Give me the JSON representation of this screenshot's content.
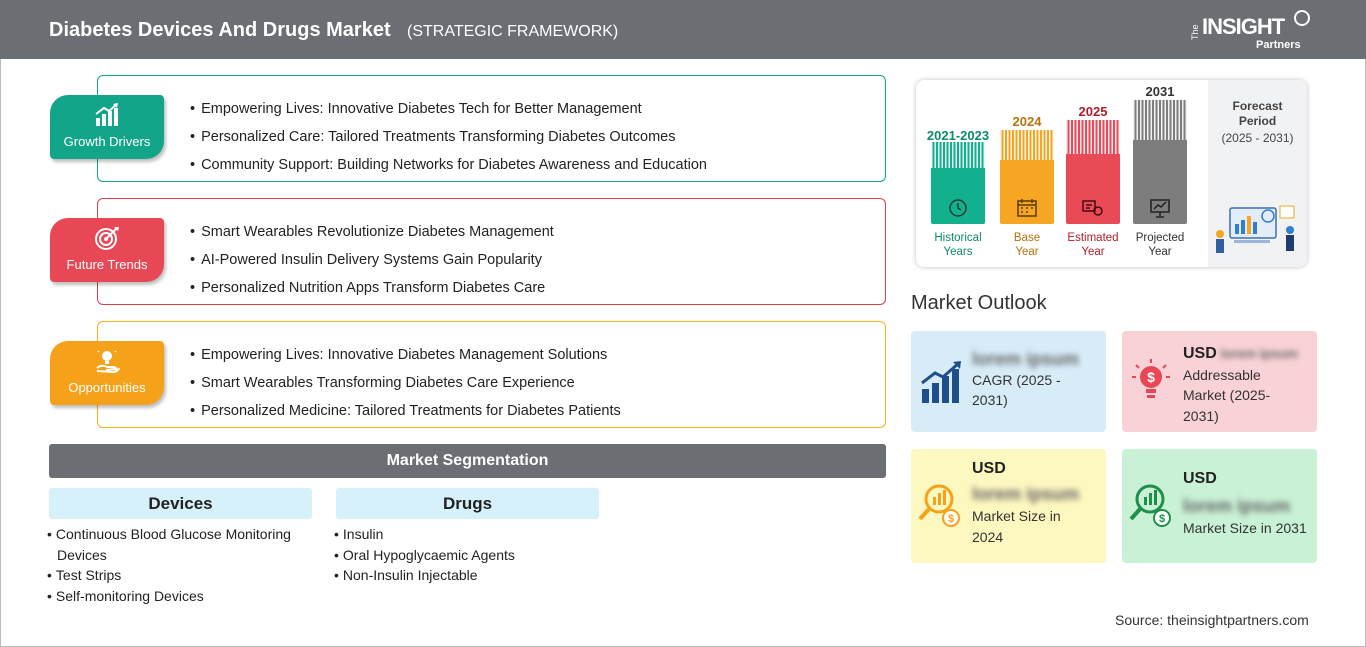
{
  "header": {
    "title": "Diabetes Devices And Drugs Market",
    "subtitle": "(STRATEGIC FRAMEWORK)",
    "logo": {
      "the": "The",
      "insight": "INSIGHT",
      "partners": "Partners"
    }
  },
  "sections": [
    {
      "label": "Growth Drivers",
      "icon": "growth-chart-icon",
      "color": "#13a58a",
      "items": [
        "Empowering Lives: Innovative Diabetes Tech for Better Management",
        "Personalized Care: Tailored Treatments Transforming Diabetes Outcomes",
        "Community Support: Building Networks for Diabetes Awareness and Education"
      ]
    },
    {
      "label": "Future Trends",
      "icon": "target-icon",
      "color": "#e84855",
      "items": [
        "Smart Wearables Revolutionize Diabetes Management",
        "AI-Powered Insulin Delivery Systems Gain Popularity",
        "Personalized Nutrition Apps Transform Diabetes Care"
      ]
    },
    {
      "label": "Opportunities",
      "icon": "lightbulb-hand-icon",
      "color": "#f5a21a",
      "items": [
        "Empowering Lives: Innovative Diabetes Management Solutions",
        "Smart Wearables Transforming Diabetes Care Experience",
        "Personalized Medicine: Tailored Treatments for Diabetes Patients"
      ]
    }
  ],
  "segmentation": {
    "title": "Market Segmentation",
    "groups": [
      {
        "name": "Devices",
        "items": [
          "Continuous Blood Glucose Monitoring Devices",
          "Test Strips",
          "Self-monitoring Devices"
        ]
      },
      {
        "name": "Drugs",
        "items": [
          "Insulin",
          "Oral Hypoglycaemic Agents",
          "Non-Insulin Injectable"
        ]
      }
    ]
  },
  "timeline": {
    "bars": [
      {
        "year": "2021-2023",
        "label_line1": "Historical",
        "label_line2": "Years",
        "color": "#13b08e",
        "text_color": "#0c8a6c",
        "icon": "history-clock-icon"
      },
      {
        "year": "2024",
        "label_line1": "Base",
        "label_line2": "Year",
        "color": "#f6a623",
        "text_color": "#b7720a",
        "icon": "calendar-icon"
      },
      {
        "year": "2025",
        "label_line1": "Estimated",
        "label_line2": "Year",
        "color": "#e84a57",
        "text_color": "#b01d2a",
        "icon": "estimate-gear-icon"
      },
      {
        "year": "2031",
        "label_line1": "Projected",
        "label_line2": "Year",
        "color": "#7d7d7d",
        "text_color": "#333333",
        "icon": "presentation-icon"
      }
    ],
    "forecast": {
      "line1": "Forecast",
      "line2": "Period",
      "line3": "(2025 - 2031)"
    }
  },
  "outlook": {
    "title": "Market Outlook",
    "tiles": [
      {
        "prefix": "",
        "value": "lorem ipsum",
        "desc": "CAGR (2025 - 2031)",
        "bg": "#d8ecf8",
        "icon": "growth-bars-icon"
      },
      {
        "prefix": "USD",
        "value": "lorem ipsum",
        "desc": "Addressable Market (2025-2031)",
        "bg": "#f8d2d6",
        "icon": "dollar-bulb-icon"
      },
      {
        "prefix": "USD",
        "value": "lorem ipsum",
        "desc": "Market Size in 2024",
        "bg": "#fdf7c0",
        "icon": "coin-magnifier-icon"
      },
      {
        "prefix": "USD",
        "value": "lorem ipsum",
        "desc": "Market Size in 2031",
        "bg": "#c9f1d5",
        "icon": "chart-magnifier-icon"
      }
    ]
  },
  "source": "Source: theinsightpartners.com"
}
